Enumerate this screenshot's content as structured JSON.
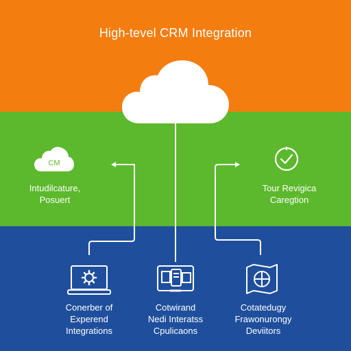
{
  "colors": {
    "top": "#f47d0f",
    "middle": "#5cb82c",
    "bottom": "#1f4f9c",
    "line": "#ffffff"
  },
  "title": "High-tevel CRM Integration",
  "nodes": {
    "crm": {
      "icon": "cloud-crm-icon",
      "badge": "CM",
      "lines": [
        "Intudilcature,",
        "Posuert"
      ]
    },
    "service": {
      "icon": "clock-check-icon",
      "lines": [
        "Tour Revigica",
        "Caregtion"
      ]
    },
    "integrations": {
      "icon": "laptop-gear-icon",
      "lines": [
        "Conerber of",
        "Experend",
        "Integrations"
      ]
    },
    "applications": {
      "icon": "device-panel-icon",
      "lines": [
        "Cotwirand",
        "Nedi Interatss",
        "Cpulicaons"
      ]
    },
    "devices": {
      "icon": "globe-map-icon",
      "lines": [
        "Cotatedugy",
        "Frawonurongy",
        "Deviitors"
      ]
    }
  },
  "hub": {
    "icon": "cloud-icon"
  }
}
